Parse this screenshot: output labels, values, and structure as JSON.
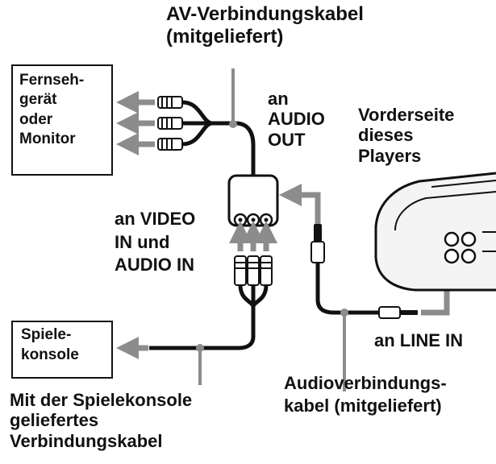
{
  "av_cable_label": [
    "AV-Verbindungskabel",
    "(mitgeliefert)"
  ],
  "tv_box_label": [
    "Fernseh-",
    "gerät",
    "oder",
    "Monitor"
  ],
  "audio_out_label": [
    "an",
    "AUDIO",
    "OUT"
  ],
  "player_front_label": [
    "Vorderseite",
    "dieses",
    "Players"
  ],
  "video_audio_in_label": [
    "an VIDEO",
    "IN und",
    "AUDIO IN"
  ],
  "game_console_box_label": [
    "Spiele-",
    "konsole"
  ],
  "line_in_label": "an LINE IN",
  "audio_cable_label": [
    "Audioverbindungs-",
    "kabel (mitgeliefert)"
  ],
  "console_cable_label": [
    "Mit der Spielekonsole",
    "geliefertes",
    "Verbindungskabel"
  ],
  "colors": {
    "ink": "#111111",
    "arrow_gray": "#8c8c8c",
    "background": "#ffffff"
  }
}
